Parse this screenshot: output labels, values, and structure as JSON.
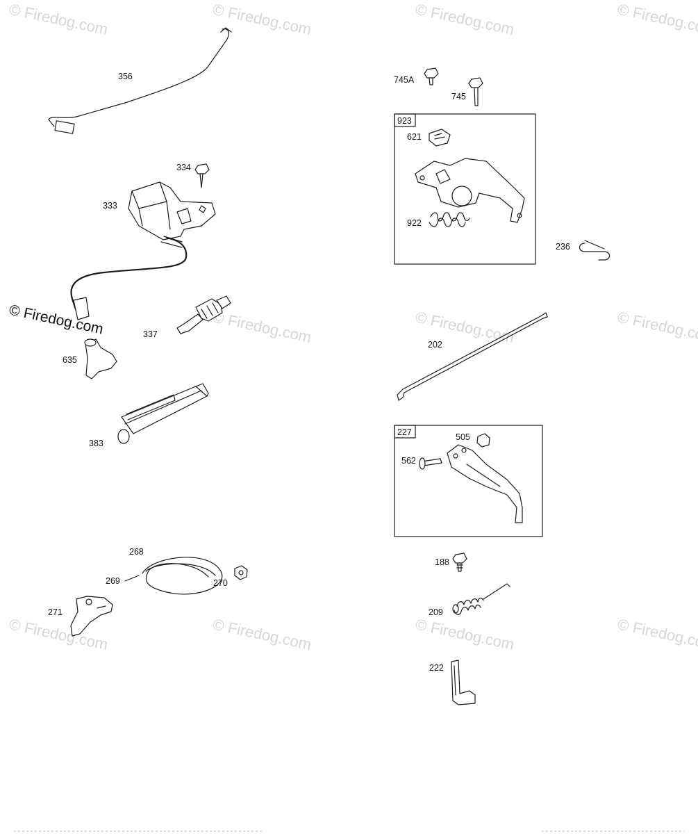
{
  "watermark": {
    "text": "© Firedog.com"
  },
  "parts": [
    {
      "id": "356"
    },
    {
      "id": "334"
    },
    {
      "id": "333"
    },
    {
      "id": "337"
    },
    {
      "id": "635"
    },
    {
      "id": "383"
    },
    {
      "id": "268"
    },
    {
      "id": "269"
    },
    {
      "id": "270"
    },
    {
      "id": "271"
    },
    {
      "id": "745A"
    },
    {
      "id": "745"
    },
    {
      "id": "621"
    },
    {
      "id": "922"
    },
    {
      "id": "236"
    },
    {
      "id": "202"
    },
    {
      "id": "505"
    },
    {
      "id": "562"
    },
    {
      "id": "188"
    },
    {
      "id": "209"
    },
    {
      "id": "222"
    }
  ],
  "kits": [
    {
      "id": "923"
    },
    {
      "id": "227"
    }
  ]
}
